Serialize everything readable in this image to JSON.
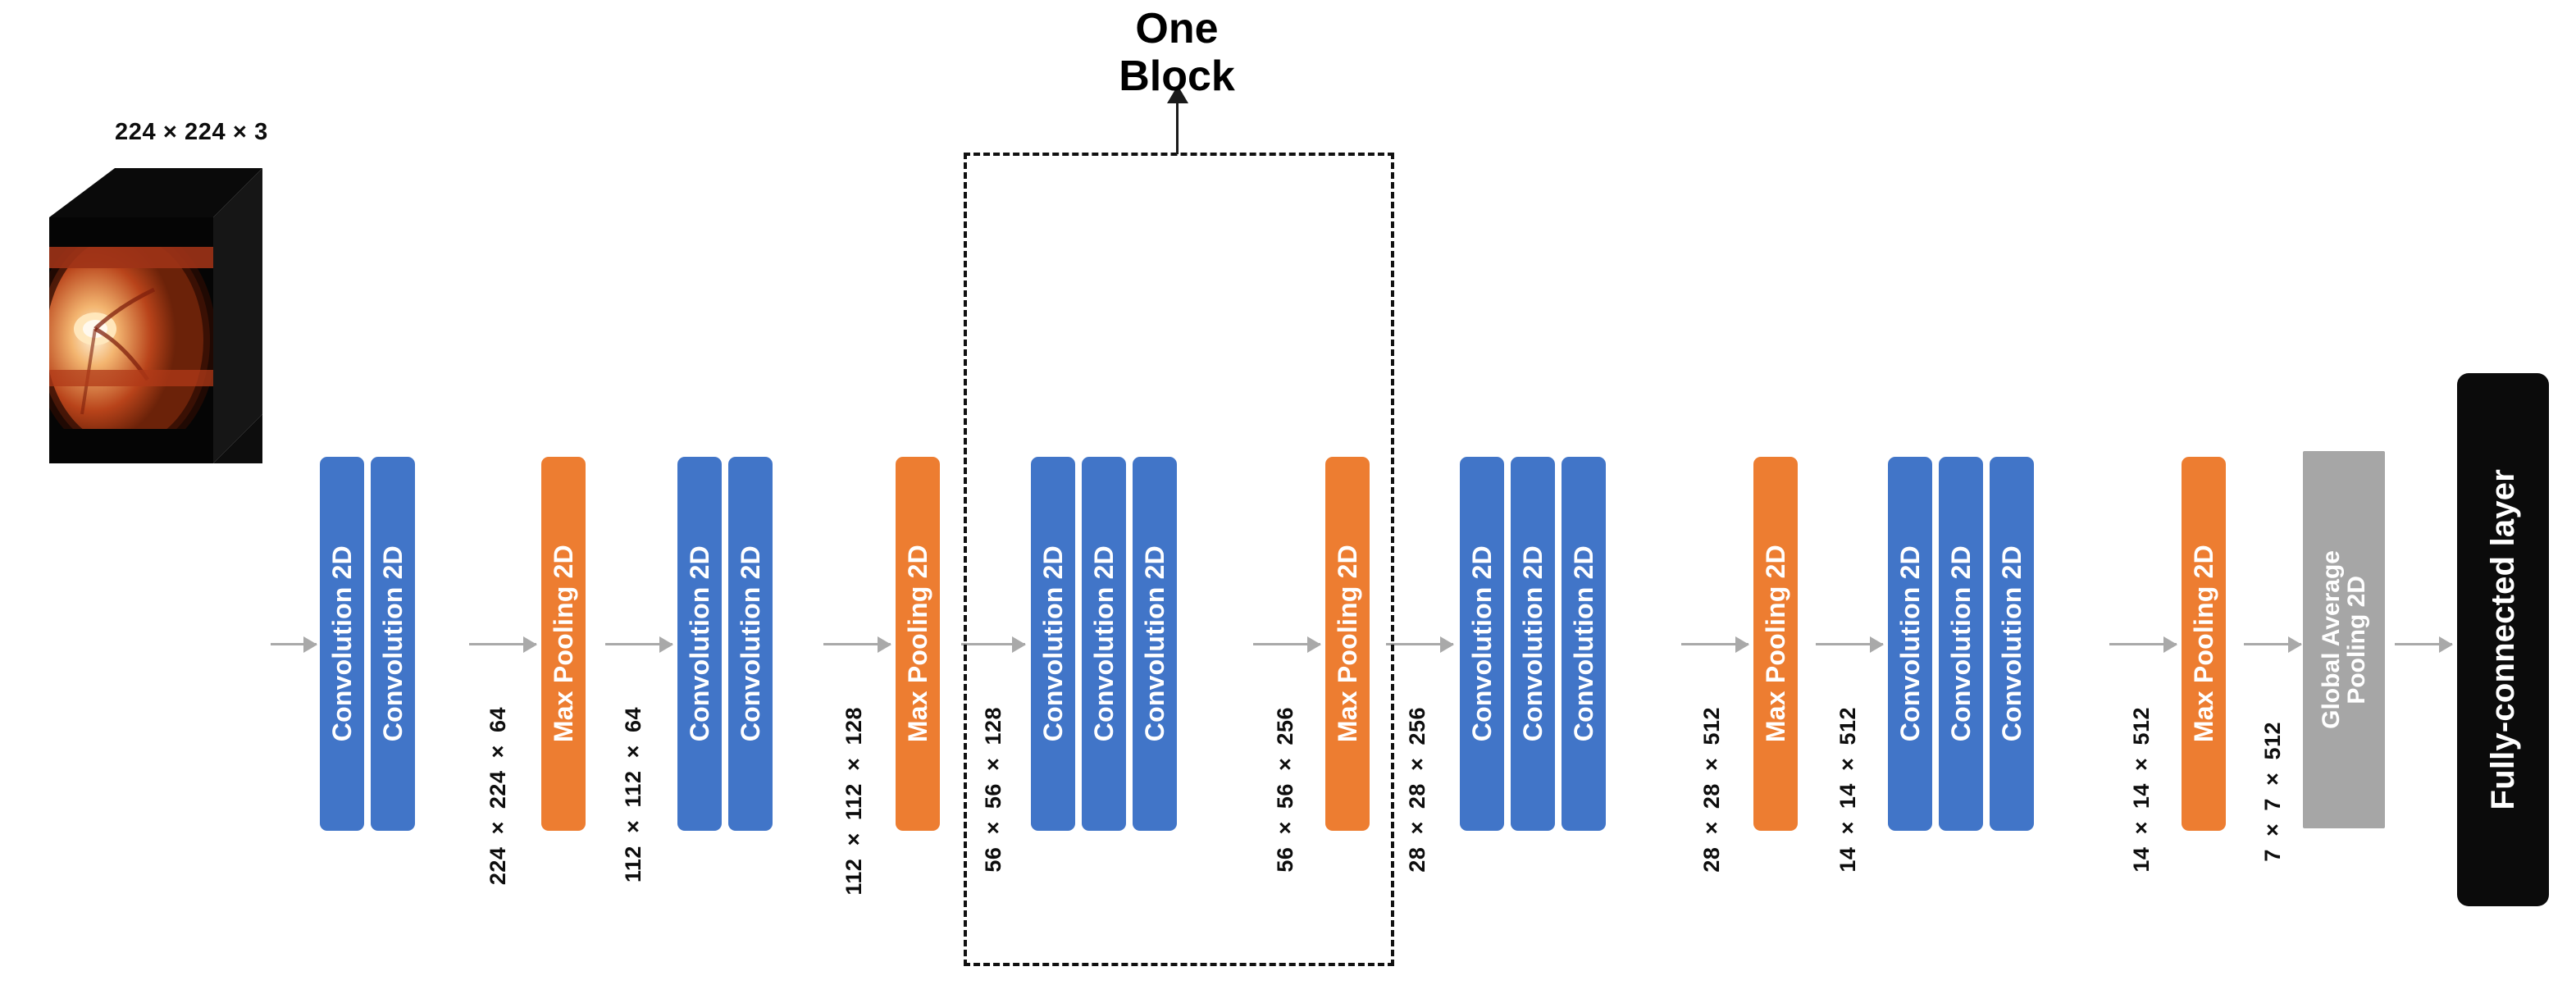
{
  "diagram": {
    "title_note": "VGG-style convolutional neural network architecture",
    "input": {
      "label": "224 × 224 × 3",
      "image_name": "retinal-fundus-photograph"
    },
    "block_callout": {
      "text": "One\nBlock",
      "arrow": "up-arrow"
    },
    "colors": {
      "convolution": "#4175C8",
      "max_pooling": "#ED7D31",
      "global_average_pooling": "#A6A6A6",
      "fully_connected": "#0B0B0B",
      "connector": "#A9A9A9",
      "dashed_outline": "#111111",
      "text_on_block": "#FFFFFF",
      "dimension_text": "#0D0D0D"
    },
    "labels": {
      "convolution": "Convolution 2D",
      "max_pooling": "Max Pooling 2D",
      "global_average_pooling_line1": "Global Average",
      "global_average_pooling_line2": "Pooling 2D",
      "fully_connected": "Fully-connected layer"
    },
    "layers": [
      {
        "id": "conv1_1",
        "type": "convolution",
        "label": "Convolution 2D"
      },
      {
        "id": "conv1_2",
        "type": "convolution",
        "label": "Convolution 2D"
      },
      {
        "id": "pool1",
        "type": "max_pooling",
        "label": "Max Pooling 2D"
      },
      {
        "id": "conv2_1",
        "type": "convolution",
        "label": "Convolution 2D"
      },
      {
        "id": "conv2_2",
        "type": "convolution",
        "label": "Convolution 2D"
      },
      {
        "id": "pool2",
        "type": "max_pooling",
        "label": "Max Pooling 2D"
      },
      {
        "id": "conv3_1",
        "type": "convolution",
        "label": "Convolution 2D"
      },
      {
        "id": "conv3_2",
        "type": "convolution",
        "label": "Convolution 2D"
      },
      {
        "id": "conv3_3",
        "type": "convolution",
        "label": "Convolution 2D"
      },
      {
        "id": "pool3",
        "type": "max_pooling",
        "label": "Max Pooling 2D"
      },
      {
        "id": "conv4_1",
        "type": "convolution",
        "label": "Convolution 2D"
      },
      {
        "id": "conv4_2",
        "type": "convolution",
        "label": "Convolution 2D"
      },
      {
        "id": "conv4_3",
        "type": "convolution",
        "label": "Convolution 2D"
      },
      {
        "id": "pool4",
        "type": "max_pooling",
        "label": "Max Pooling 2D"
      },
      {
        "id": "conv5_1",
        "type": "convolution",
        "label": "Convolution 2D"
      },
      {
        "id": "conv5_2",
        "type": "convolution",
        "label": "Convolution 2D"
      },
      {
        "id": "conv5_3",
        "type": "convolution",
        "label": "Convolution 2D"
      },
      {
        "id": "pool5",
        "type": "max_pooling",
        "label": "Max Pooling 2D"
      },
      {
        "id": "gap",
        "type": "global_average_pooling",
        "label": "Global Average Pooling 2D"
      },
      {
        "id": "fc",
        "type": "fully_connected",
        "label": "Fully-connected layer"
      }
    ],
    "tensor_shapes": [
      {
        "id": "t0",
        "text": "224 × 224 × 3"
      },
      {
        "id": "t1",
        "text": "224 × 224 × 64"
      },
      {
        "id": "t2",
        "text": "112 × 112 × 64"
      },
      {
        "id": "t3",
        "text": "112 × 112 × 128"
      },
      {
        "id": "t4",
        "text": "56 × 56 × 128"
      },
      {
        "id": "t5",
        "text": "56 × 56 × 256"
      },
      {
        "id": "t6",
        "text": "28 × 28 × 256"
      },
      {
        "id": "t7",
        "text": "28 × 28 × 512"
      },
      {
        "id": "t8",
        "text": "14 × 14 × 512"
      },
      {
        "id": "t9",
        "text": "14 × 14 × 512"
      },
      {
        "id": "t10",
        "text": "7 × 7 × 512"
      }
    ]
  }
}
